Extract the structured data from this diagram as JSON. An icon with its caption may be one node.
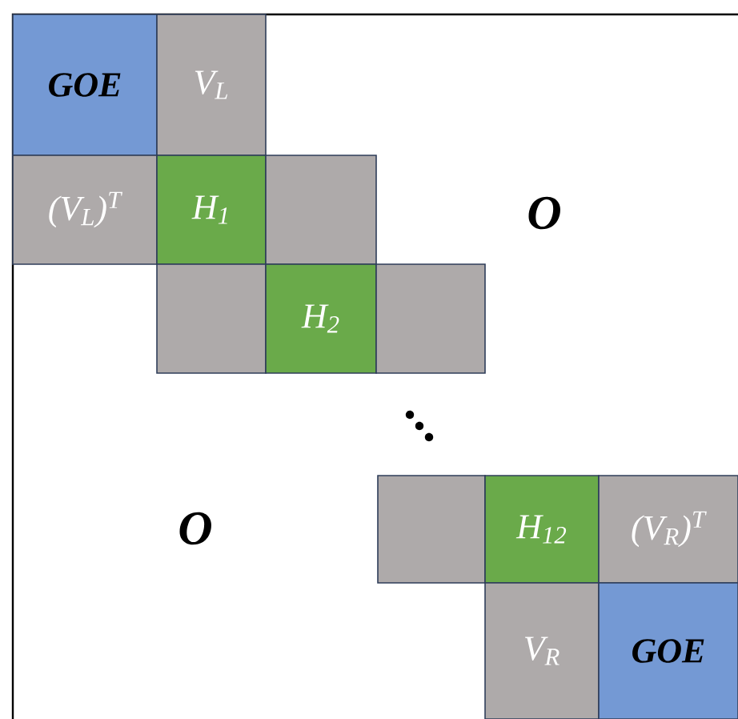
{
  "diagram": {
    "nodes": [
      {
        "text": [
          "GOE"
        ]
      },
      {
        "text": [
          "V$_{L}$"
        ]
      },
      {
        "text": [
          "(V$_{L}$)$^{T}$"
        ]
      },
      {
        "text": [
          "H$_{1}$"
        ]
      },
      {
        "text": [],
        "shape": "box"
      },
      {
        "text": [],
        "shape": "box"
      },
      {
        "text": [
          "H$_{2}$"
        ]
      },
      {
        "text": [],
        "shape": "box"
      },
      {
        "text": [],
        "shape": "box"
      },
      {
        "text": [
          "H$_{12}$"
        ]
      },
      {
        "text": [
          "(V$_{R}$)$^{T}$"
        ]
      },
      {
        "text": [
          "V$_{R}$"
        ]
      },
      {
        "text": [
          "GOE"
        ]
      }
    ],
    "labels": [
      "O",
      "O"
    ]
  }
}
